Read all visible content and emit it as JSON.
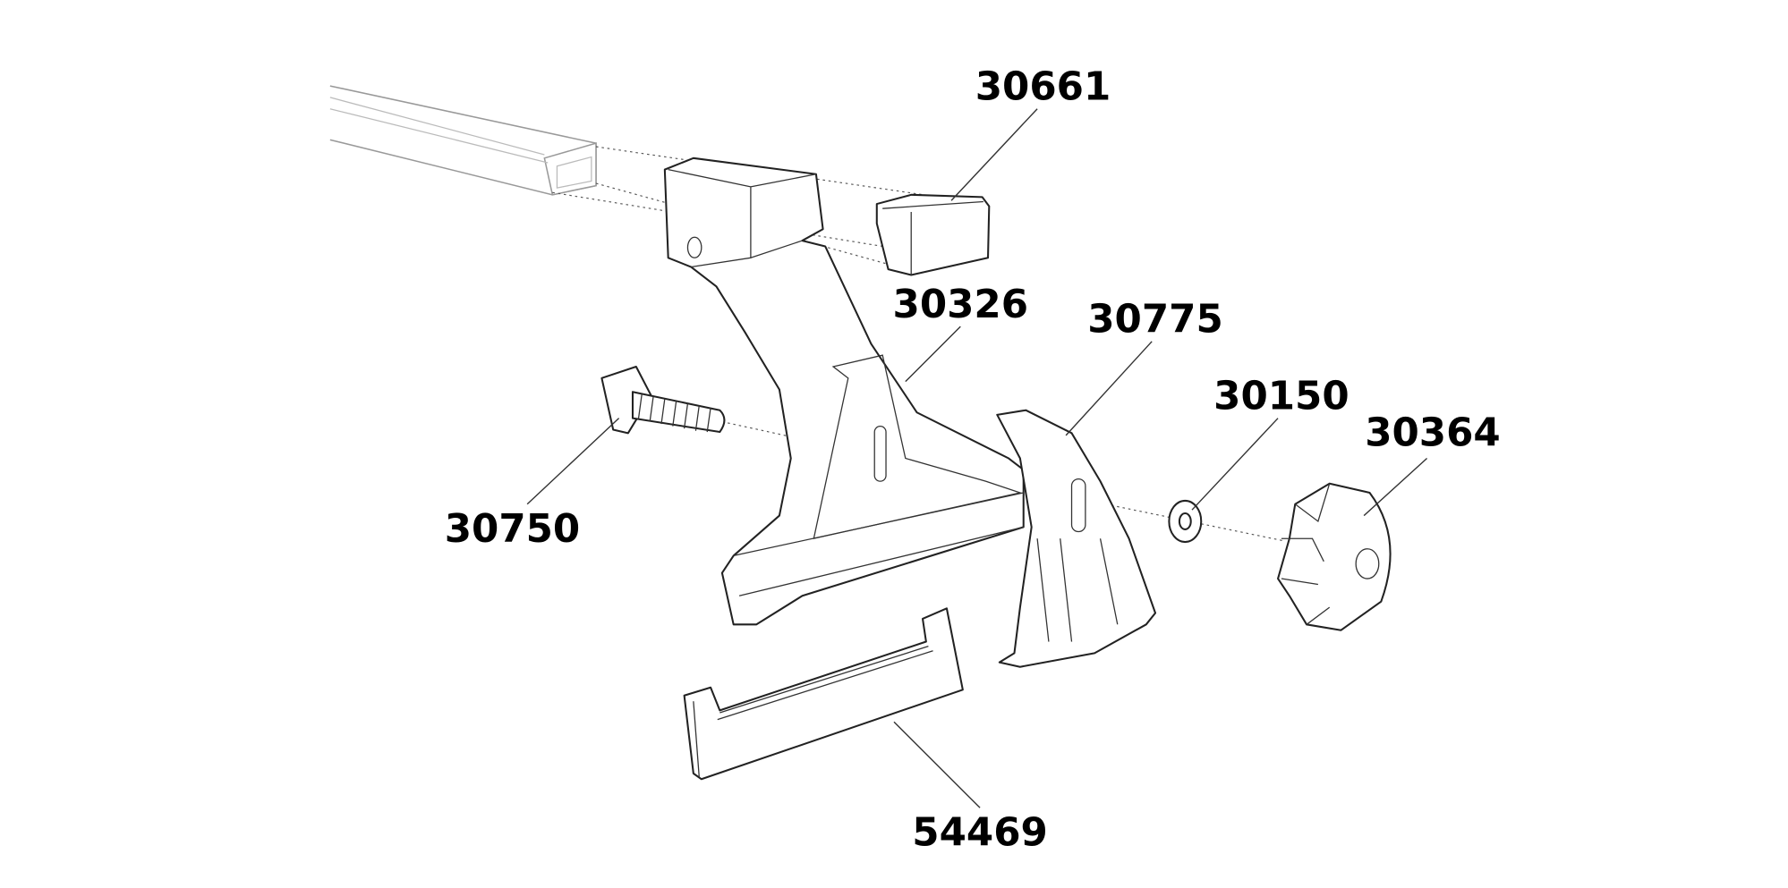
{
  "diagram": {
    "type": "exploded-parts-diagram",
    "parts": [
      {
        "id": "30661",
        "label": "30661"
      },
      {
        "id": "30326",
        "label": "30326"
      },
      {
        "id": "30775",
        "label": "30775"
      },
      {
        "id": "30150",
        "label": "30150"
      },
      {
        "id": "30364",
        "label": "30364"
      },
      {
        "id": "30750",
        "label": "30750"
      },
      {
        "id": "54469",
        "label": "54469"
      }
    ]
  }
}
